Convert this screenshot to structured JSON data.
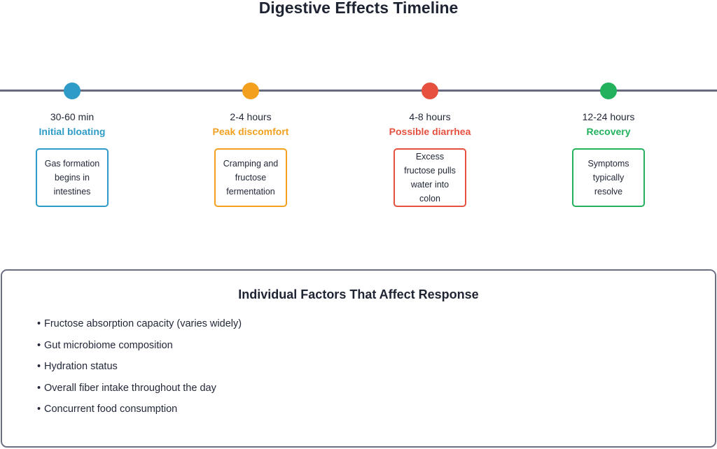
{
  "title": "Digestive Effects Timeline",
  "timeline": [
    {
      "time": "30-60 min",
      "phase": "Initial bloating",
      "detail": "Gas formation begins in intestines",
      "color": "#2e9cc6"
    },
    {
      "time": "2-4 hours",
      "phase": "Peak discomfort",
      "detail": "Cramping and fructose fermentation",
      "color": "#f2a01e"
    },
    {
      "time": "4-8 hours",
      "phase": "Possible diarrhea",
      "detail": "Excess fructose pulls water into colon",
      "color": "#e5503f"
    },
    {
      "time": "12-24 hours",
      "phase": "Recovery",
      "detail": "Symptoms typically resolve",
      "color": "#23b15e"
    }
  ],
  "factors": {
    "title": "Individual Factors That Affect Response",
    "bullet": "•",
    "items": [
      "Fructose absorption capacity (varies widely)",
      "Gut microbiome composition",
      "Hydration status",
      "Overall fiber intake throughout the day",
      "Concurrent food consumption"
    ]
  }
}
